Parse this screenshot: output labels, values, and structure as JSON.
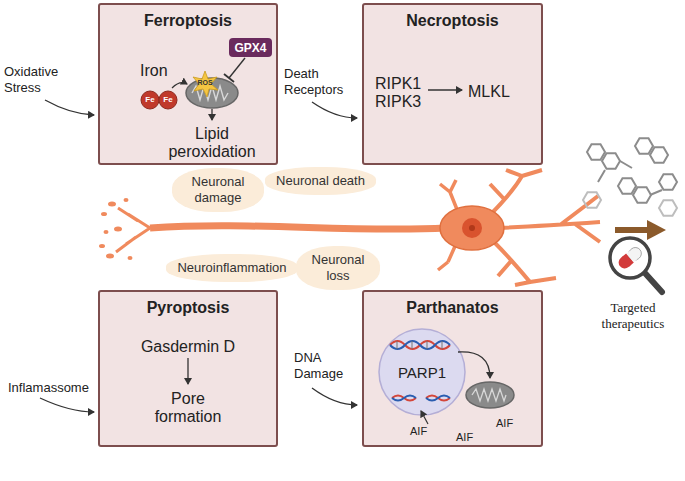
{
  "diagram": {
    "nodes": [
      {
        "text": [
          "Ferroptosis",
          "Iron",
          "Lipid peroxidation"
        ]
      },
      {
        "text": [
          "GPX4"
        ],
        "in": 0
      },
      {
        "text": [
          "Necroptosis",
          "RIPK1 RIPK3",
          "MLKL"
        ]
      },
      {
        "text": [
          "Neuronal damage"
        ]
      },
      {
        "text": [
          "Neuronal death"
        ]
      },
      {
        "text": [
          "Neuroinflammation"
        ]
      },
      {
        "text": [
          "Neuronal loss"
        ]
      },
      {
        "text": [
          "Pyroptosis",
          "Gasdermin D",
          "Pore formation"
        ]
      },
      {
        "text": [
          "Parthanatos"
        ]
      },
      {
        "text": [
          "PARP1"
        ],
        "in": 8
      }
    ],
    "labels": [
      "Oxidative Stress",
      "Fe",
      "Fe",
      "ROS",
      "Death Receptors",
      "Inflamassome",
      "DNA Damage",
      "AIF",
      "AIF",
      "AIF",
      "Targeted therapeutics"
    ]
  }
}
